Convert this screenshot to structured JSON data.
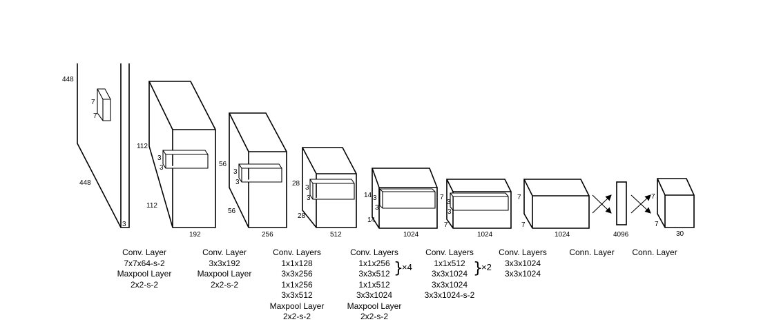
{
  "input": {
    "dims": {
      "height": "448",
      "width": "448",
      "depth": "3"
    },
    "kernel": {
      "a": "7",
      "b": "7"
    }
  },
  "blocks": [
    {
      "front": {
        "h": "112",
        "w": "112",
        "d": "192"
      },
      "kernel": {
        "a": "3",
        "b": "3"
      }
    },
    {
      "front": {
        "h": "56",
        "w": "56",
        "d": "256"
      },
      "kernel": {
        "a": "3",
        "b": "3"
      }
    },
    {
      "front": {
        "h": "28",
        "w": "28",
        "d": "512"
      },
      "kernel": {
        "a": "3",
        "b": "3"
      }
    },
    {
      "front": {
        "h": "14",
        "w": "14",
        "d": "1024"
      },
      "kernel": {
        "a": "3",
        "b": "3"
      }
    },
    {
      "front": {
        "h": "7",
        "w": "7",
        "d": "1024"
      },
      "kernel": {
        "a": "3",
        "b": "3"
      }
    },
    {
      "front": {
        "h": "7",
        "w": "7",
        "d": "1024"
      }
    }
  ],
  "fc1": {
    "size": "4096"
  },
  "output": {
    "a": "7",
    "b": "7",
    "depth": "30"
  },
  "captions": [
    {
      "lines": [
        "Conv. Layer",
        "7x7x64-s-2",
        "Maxpool Layer",
        "2x2-s-2"
      ]
    },
    {
      "lines": [
        "Conv. Layer",
        "3x3x192",
        "Maxpool Layer",
        "2x2-s-2"
      ]
    },
    {
      "lines": [
        "Conv. Layers",
        "1x1x128",
        "3x3x256",
        "1x1x256",
        "3x3x512",
        "Maxpool Layer",
        "2x2-s-2"
      ]
    },
    {
      "lines": [
        "Conv. Layers",
        "1x1x256",
        "3x3x512",
        "1x1x512",
        "3x3x1024",
        "Maxpool Layer",
        "2x2-s-2"
      ],
      "repeat": "×4"
    },
    {
      "lines": [
        "Conv. Layers",
        "1x1x512",
        "3x3x1024",
        "3x3x1024",
        "3x3x1024-s-2"
      ],
      "repeat": "×2"
    },
    {
      "lines": [
        "Conv. Layers",
        "3x3x1024",
        "3x3x1024"
      ]
    },
    {
      "lines": [
        "Conn. Layer"
      ]
    },
    {
      "lines": [
        "Conn. Layer"
      ]
    }
  ]
}
